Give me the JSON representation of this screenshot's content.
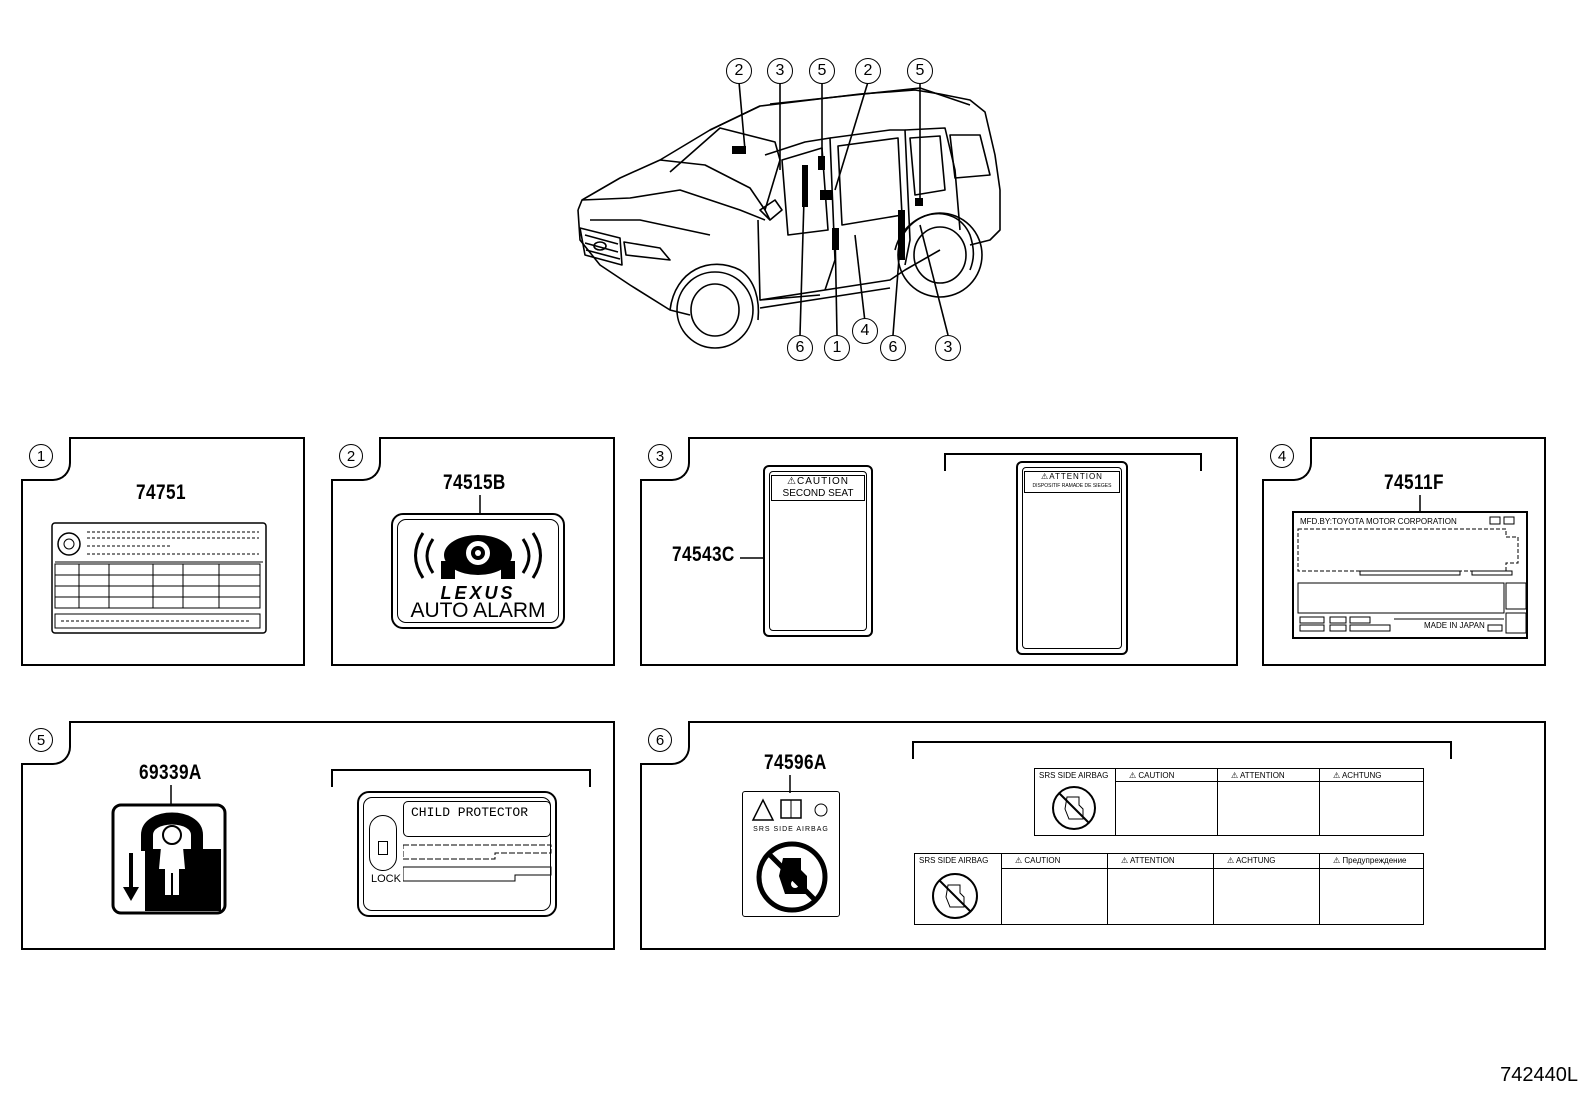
{
  "vehicle": {
    "callouts_top": [
      "2",
      "3",
      "5",
      "2",
      "5"
    ],
    "callouts_bottom": [
      "6",
      "1",
      "4",
      "6",
      "3"
    ]
  },
  "panels": [
    {
      "number": "1",
      "part": "74751"
    },
    {
      "number": "2",
      "part": "74515B",
      "brand": "LEXUS",
      "text": "AUTO ALARM"
    },
    {
      "number": "3",
      "part": "74543C",
      "label1_header": "CAUTION",
      "label1_sub": "SECOND SEAT",
      "label2_header": "ATTENTION",
      "label2_sub": "DISPOSITIF RAMADE DE SIEGES"
    },
    {
      "number": "4",
      "part": "74511F",
      "header": "MFD.BY:TOYOTA MOTOR CORPORATION",
      "footer": "MADE IN JAPAN"
    },
    {
      "number": "5",
      "part": "69339A",
      "protector_title": "CHILD PROTECTOR",
      "lock": "LOCK"
    },
    {
      "number": "6",
      "part": "74596A",
      "airbag_text": "SRS SIDE AIRBAG",
      "wide1_title": "SRS SIDE AIRBAG",
      "wide1_cols": [
        "CAUTION",
        "ATTENTION",
        "ACHTUNG"
      ],
      "wide2_title": "SRS SIDE AIRBAG",
      "wide2_cols": [
        "CAUTION",
        "ATTENTION",
        "ACHTUNG",
        "Предупреждение"
      ]
    }
  ],
  "footer": {
    "code": "742440L"
  }
}
